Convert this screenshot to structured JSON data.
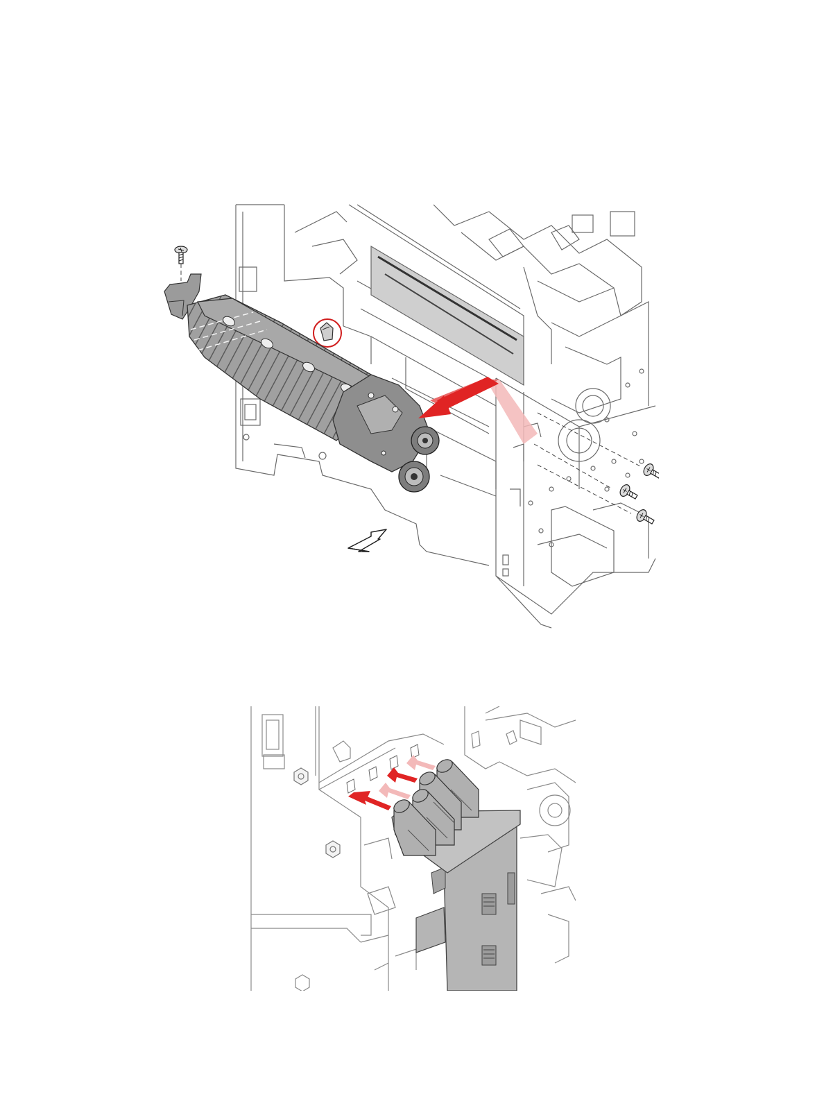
{
  "page": {
    "background": "#ffffff"
  },
  "figures": [
    {
      "id": "top",
      "subject": "fuser-roller-assembly-removal",
      "icons": [
        "screw-icon",
        "front-direction-arrow-icon",
        "red-direction-arrow-icon",
        "highlight-circle-icon"
      ],
      "colors": {
        "line": "#555555",
        "part_fill": "#9a9a9a",
        "part_dark": "#6f6f6f",
        "arrow_red": "#e02424",
        "arrow_pink": "#f3b9b9"
      }
    },
    {
      "id": "bottom",
      "subject": "connector-bracket-insertion",
      "icons": [
        "red-direction-arrow-icon",
        "connector-bracket-icon"
      ],
      "colors": {
        "line": "#777777",
        "part_fill": "#b5b5b5",
        "arrow_red": "#e02424",
        "arrow_pink": "#f3b9b9"
      }
    }
  ]
}
